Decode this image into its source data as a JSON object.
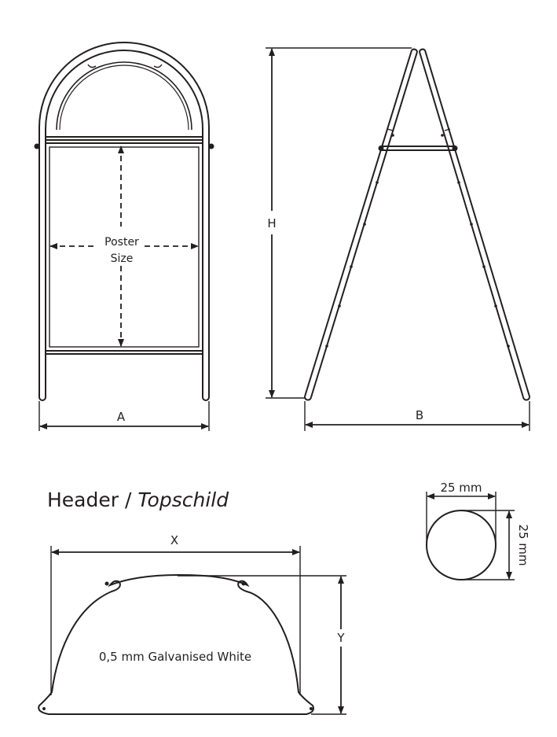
{
  "front_view": {
    "poster_label_line1": "Poster",
    "poster_label_line2": "Size",
    "width_label": "A"
  },
  "side_view": {
    "height_label": "H",
    "base_label": "B"
  },
  "header_section": {
    "title_regular": "Header / ",
    "title_italic": "Topschild",
    "width_label": "X",
    "height_label": "Y",
    "material_label": "0,5 mm Galvanised White"
  },
  "tube_section": {
    "diameter_h_label": "25 mm",
    "diameter_v_label": "25 mm"
  },
  "colors": {
    "line": "#231f20",
    "background": "#ffffff"
  }
}
